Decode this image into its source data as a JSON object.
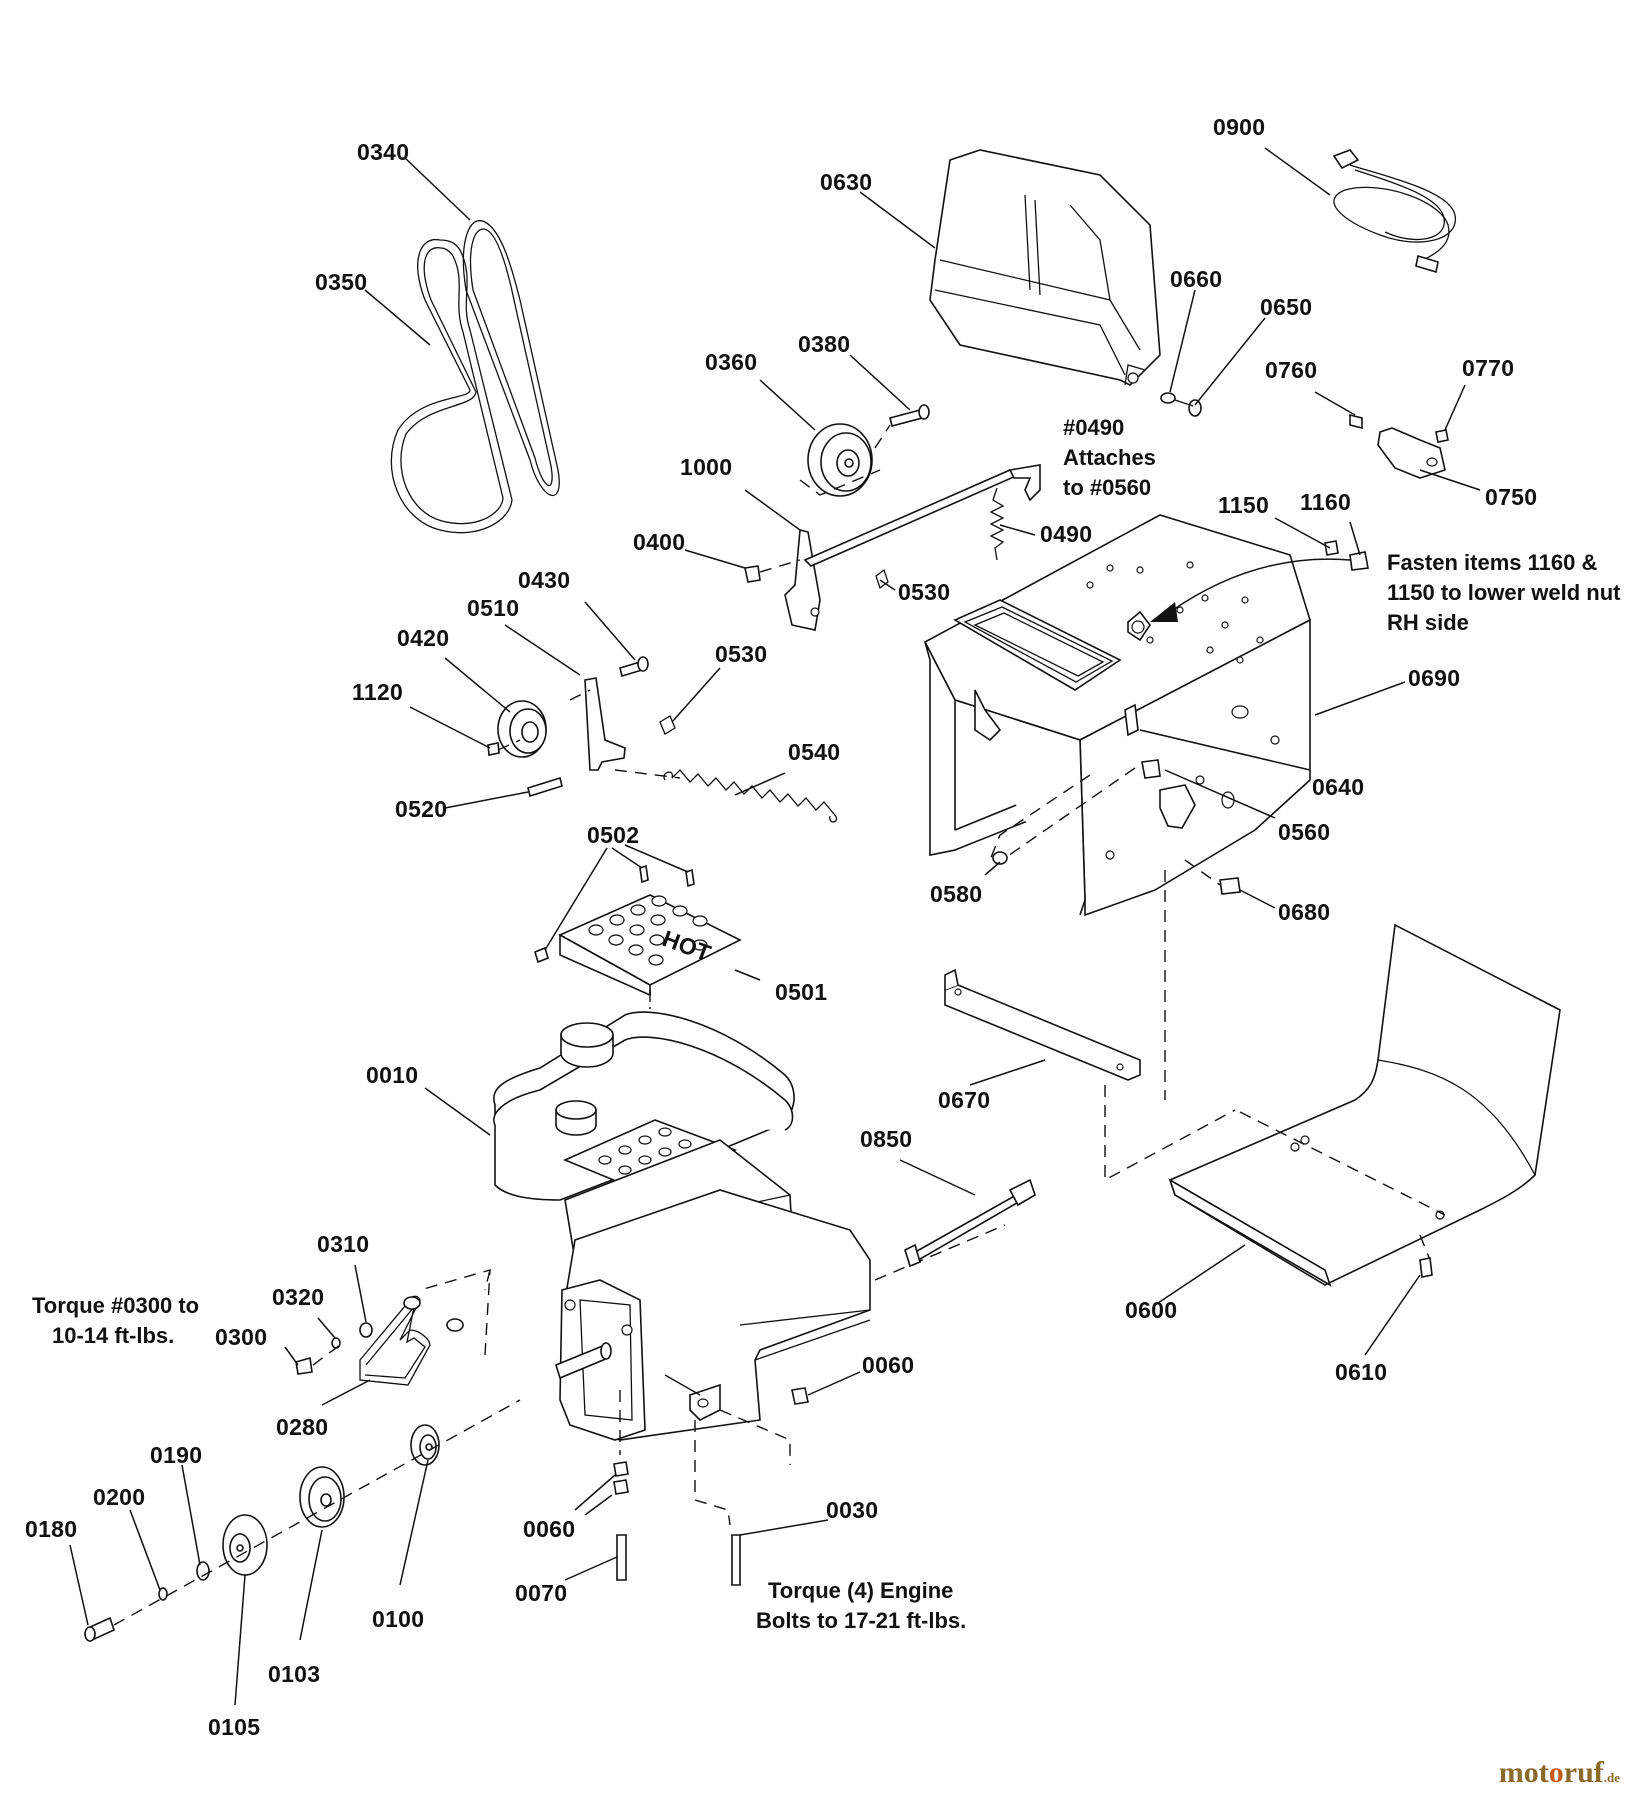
{
  "labels": {
    "p0340": "0340",
    "p0350": "0350",
    "p0630": "0630",
    "p0900": "0900",
    "p0660": "0660",
    "p0650": "0650",
    "p0380": "0380",
    "p0360": "0360",
    "p0760": "0760",
    "p0770": "0770",
    "p1000": "1000",
    "p0750": "0750",
    "p0490": "0490",
    "p1150": "1150",
    "p1160": "1160",
    "p0400": "0400",
    "p0430": "0430",
    "p0530a": "0530",
    "p0510": "0510",
    "p0420": "0420",
    "p0530b": "0530",
    "p0690": "0690",
    "p1120": "1120",
    "p0540": "0540",
    "p0640": "0640",
    "p0520": "0520",
    "p0560": "0560",
    "p0502": "0502",
    "p0580": "0580",
    "p0680": "0680",
    "p0501": "0501",
    "p0010": "0010",
    "p0670": "0670",
    "p0850": "0850",
    "p0310": "0310",
    "p0600": "0600",
    "p0320": "0320",
    "p0300": "0300",
    "p0060a": "0060",
    "p0610": "0610",
    "p0280": "0280",
    "p0190": "0190",
    "p0200": "0200",
    "p0180": "0180",
    "p0030": "0030",
    "p0060b": "0060",
    "p0100": "0100",
    "p0070": "0070",
    "p0103": "0103",
    "p0105": "0105"
  },
  "notes": {
    "attach": [
      "#0490",
      "Attaches",
      "to #0560"
    ],
    "fasten": [
      "Fasten items 1160 &",
      "1150 to lower weld nut",
      "RH side"
    ],
    "torque_0300": [
      "Torque #0300 to",
      "10-14 ft-lbs."
    ],
    "torque_engine": [
      "Torque (4) Engine",
      "Bolts to 17-21 ft-lbs."
    ]
  },
  "part_markings": {
    "hot_plate": "HOT"
  },
  "watermark": {
    "brand_pre": "mot",
    "brand_o": "o",
    "brand_post": "ruf",
    "tld": ".de"
  }
}
